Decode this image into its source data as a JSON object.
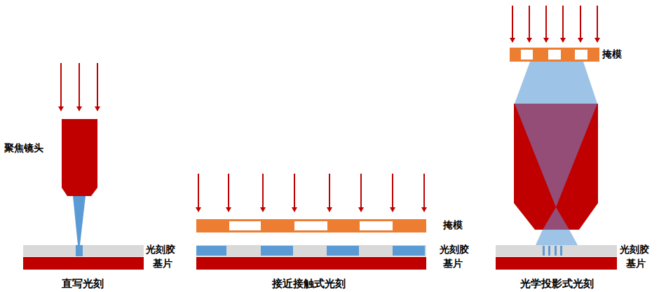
{
  "diagram": {
    "labels": [
      "掩模",
      "聚焦镜头",
      "掩模",
      "光刻胶",
      "基片",
      "光刻胶",
      "基片",
      "光刻胶",
      "基片",
      "直写光刻",
      "接近接触式光刻",
      "光学投影式光刻"
    ]
  }
}
